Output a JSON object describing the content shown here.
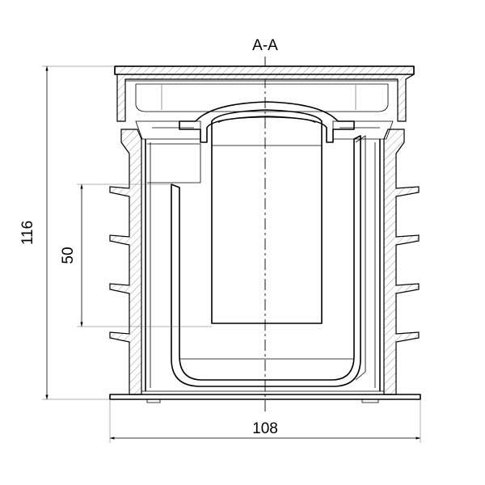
{
  "drawing": {
    "section_label": "A-A",
    "dimensions": {
      "total_height": "116",
      "inner_depth": "50",
      "total_width": "108"
    }
  }
}
